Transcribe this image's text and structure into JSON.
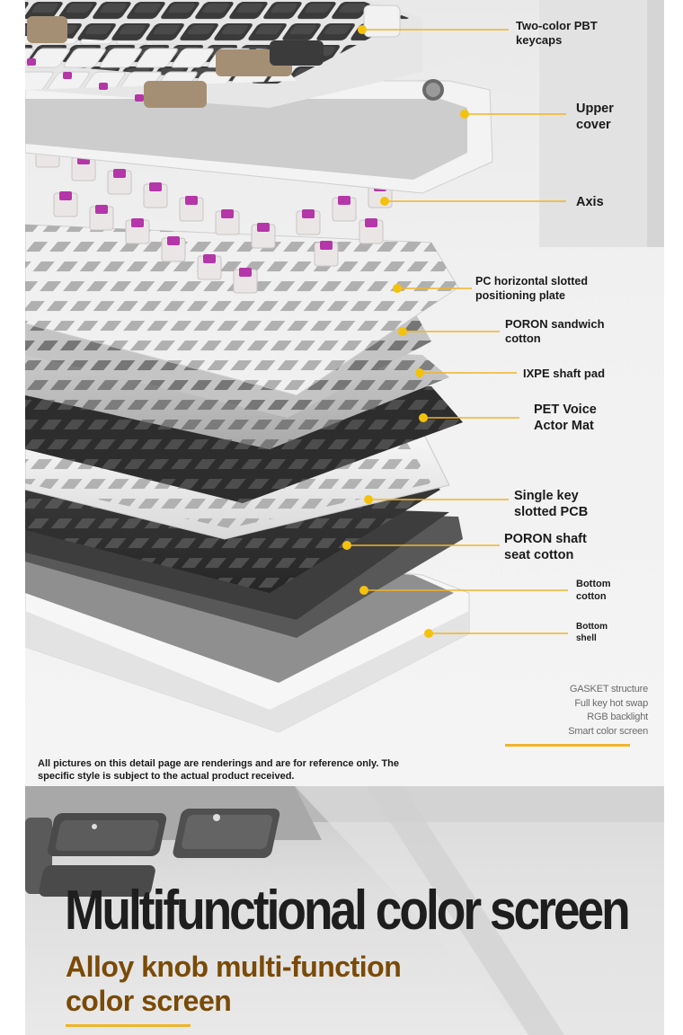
{
  "colors": {
    "accent": "#f0b429",
    "dot": "#f4c20d",
    "headline": "#1e1e1e",
    "subhead": "#7a4a07",
    "switch_stem": "#b536a9"
  },
  "layers": [
    {
      "name": "Two-color PBT keycaps"
    },
    {
      "name": "Upper cover"
    },
    {
      "name": "Axis"
    },
    {
      "name": "PC horizontal slotted positioning plate"
    },
    {
      "name": "PORON sandwich cotton"
    },
    {
      "name": "IXPE shaft pad"
    },
    {
      "name": "PET Voice Actor Mat"
    },
    {
      "name": "Single key slotted PCB"
    },
    {
      "name": "PORON shaft seat cotton"
    },
    {
      "name": "Bottom cotton"
    },
    {
      "name": "Bottom shell"
    }
  ],
  "labels": {
    "keycaps_1": "Two-color PBT",
    "keycaps_2": "keycaps",
    "upper_1": "Upper",
    "upper_2": "cover",
    "axis": "Axis",
    "pc_1": "PC horizontal slotted",
    "pc_2": "positioning plate",
    "poron_s_1": "PORON sandwich",
    "poron_s_2": "cotton",
    "ixpe": "IXPE shaft pad",
    "pet_1": "PET Voice",
    "pet_2": "Actor Mat",
    "pcb_1": "Single key",
    "pcb_2": "slotted PCB",
    "poron_seat_1": "PORON shaft",
    "poron_seat_2": "seat cotton",
    "bcotton_1": "Bottom",
    "bcotton_2": "cotton",
    "bshell_1": "Bottom",
    "bshell_2": "shell"
  },
  "features": [
    "GASKET structure",
    "Full key hot swap",
    "RGB backlight",
    "Smart color screen"
  ],
  "disclaimer": {
    "line1": "All pictures on this detail page are renderings and are for reference only. The",
    "line2": "specific style is subject to the actual product received."
  },
  "headline": "Multifunctional color screen",
  "subhead": {
    "line1": "Alloy knob multi-function",
    "line2": "color screen"
  }
}
